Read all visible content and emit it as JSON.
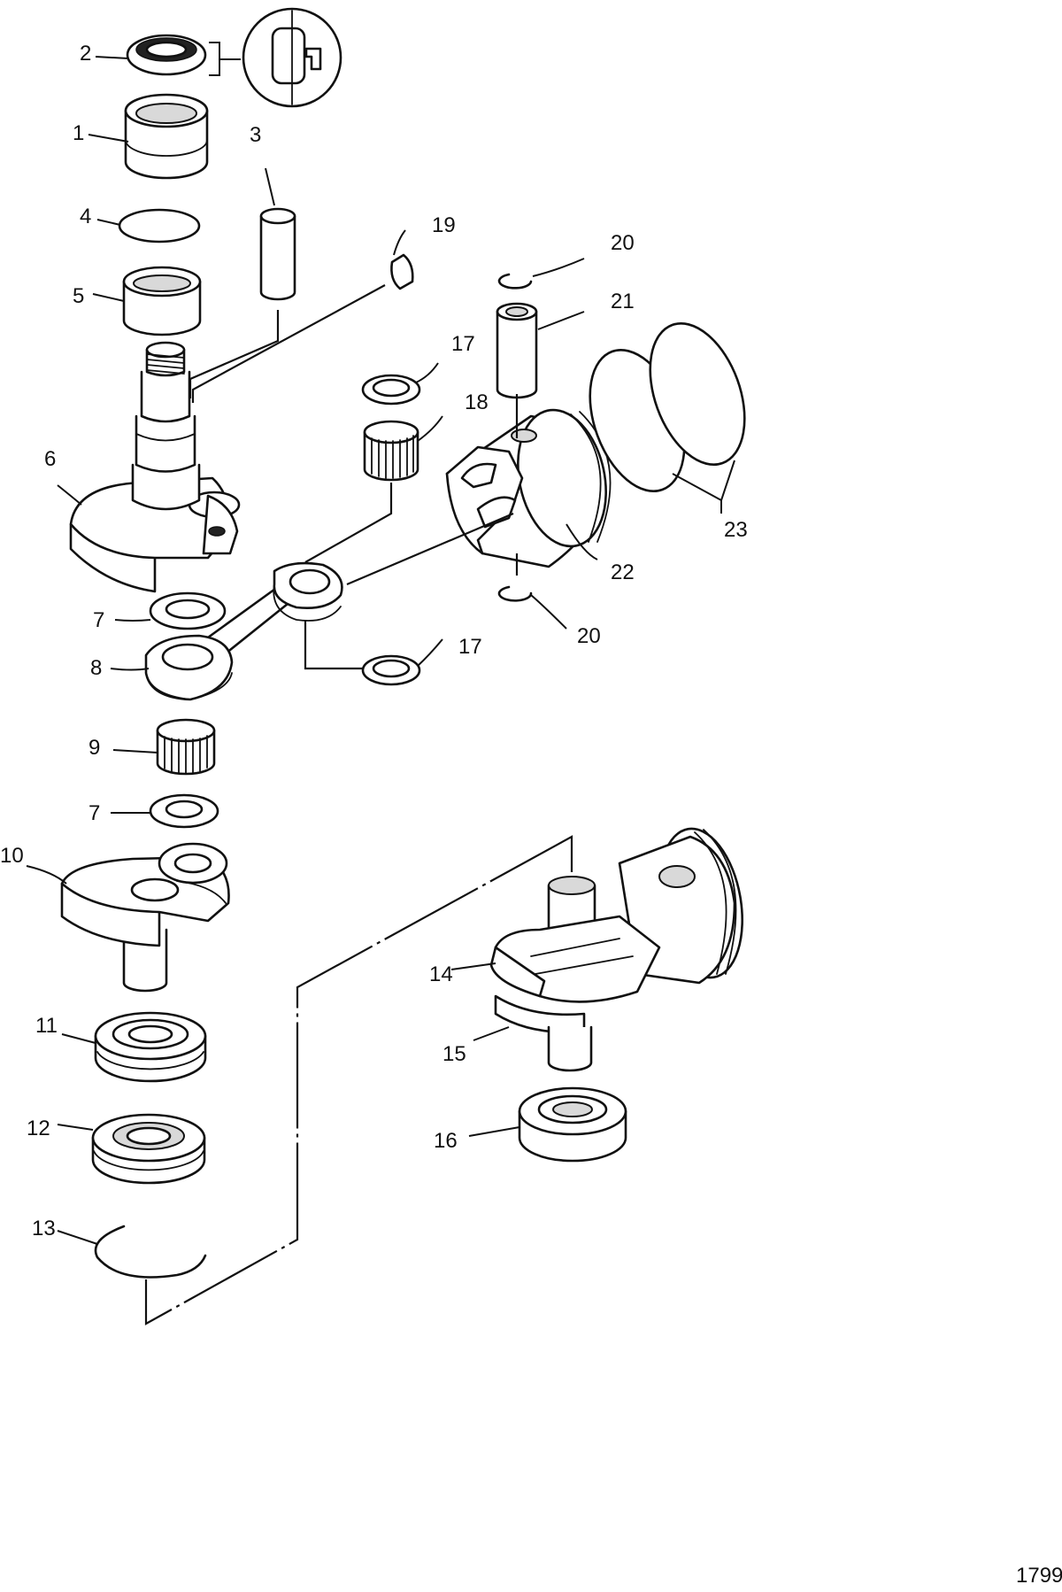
{
  "diagram": {
    "callouts": {
      "c1": "1",
      "c2": "2",
      "c3": "3",
      "c4": "4",
      "c5": "5",
      "c6": "6",
      "c7a": "7",
      "c7b": "7",
      "c8": "8",
      "c9": "9",
      "c10": "10",
      "c11": "11",
      "c12": "12",
      "c13": "13",
      "c14": "14",
      "c15": "15",
      "c16": "16",
      "c17a": "17",
      "c17b": "17",
      "c18": "18",
      "c19": "19",
      "c20a": "20",
      "c20b": "20",
      "c21": "21",
      "c22": "22",
      "c23": "23"
    },
    "figure_number": "1799"
  }
}
